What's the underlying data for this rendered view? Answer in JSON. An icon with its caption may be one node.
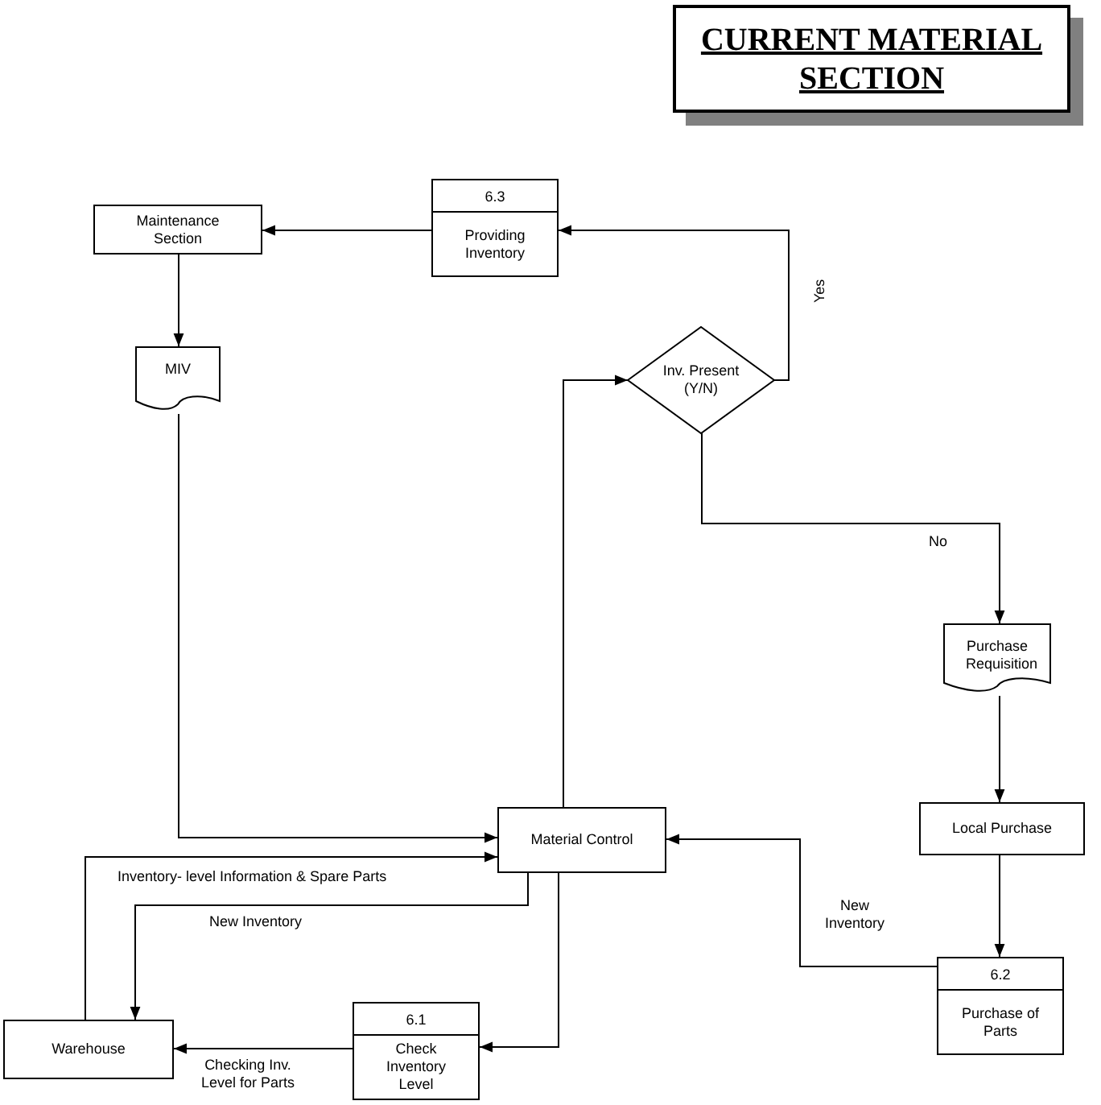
{
  "diagram": {
    "title": "CURRENT MATERIAL SECTION",
    "nodes": [
      {
        "text": [
          "Maintenance Section"
        ]
      },
      {
        "text": [
          "6.3",
          "Providing Inventory"
        ]
      },
      {
        "text": [
          "MIV"
        ]
      },
      {
        "text": [
          "Inv. Present (Y/N)"
        ]
      },
      {
        "text": [
          "Purchase Requisition"
        ]
      },
      {
        "text": [
          "Local Purchase"
        ]
      },
      {
        "text": [
          "Material Control"
        ]
      },
      {
        "text": [
          "6.2",
          "Purchase of Parts"
        ]
      },
      {
        "text": [
          "6.1",
          "Check Inventory Level"
        ]
      },
      {
        "text": [
          "Warehouse"
        ]
      }
    ],
    "edges": [
      {
        "from": 1,
        "to": 0,
        "arrow": "to"
      },
      {
        "from": 3,
        "to": 1,
        "arrow": "to",
        "label": "Yes"
      },
      {
        "from": 0,
        "to": 2,
        "arrow": "to"
      },
      {
        "from": 2,
        "to": 6,
        "arrow": "to"
      },
      {
        "from": 6,
        "to": 3,
        "arrow": "to"
      },
      {
        "from": 3,
        "to": 4,
        "arrow": "to",
        "label": "No"
      },
      {
        "from": 4,
        "to": 5,
        "arrow": "to"
      },
      {
        "from": 5,
        "to": 7,
        "arrow": "to"
      },
      {
        "from": 7,
        "to": 6,
        "arrow": "to",
        "label": "New Inventory"
      },
      {
        "from": 9,
        "to": 6,
        "arrow": "to",
        "label": "Inventory- level  Information & Spare Parts"
      },
      {
        "from": 6,
        "to": 9,
        "arrow": "to",
        "label": "New Inventory"
      },
      {
        "from": 6,
        "to": 8,
        "arrow": "to"
      },
      {
        "from": 8,
        "to": 9,
        "arrow": "to",
        "label": "Checking Inv. Level for Parts"
      }
    ]
  }
}
